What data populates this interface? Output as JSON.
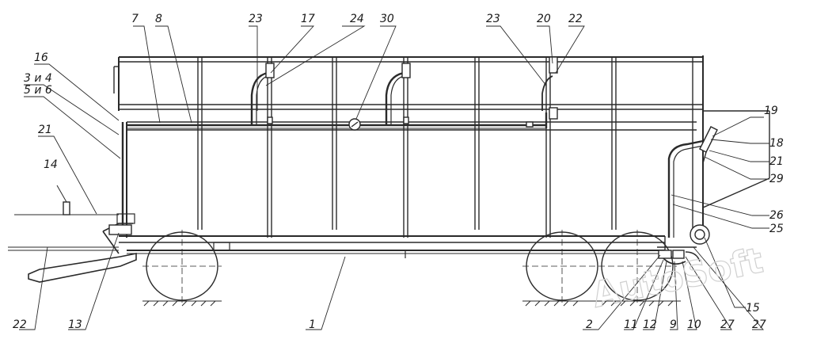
{
  "callouts": {
    "c7": "7",
    "c8": "8",
    "c23a": "23",
    "c17": "17",
    "c24": "24",
    "c30": "30",
    "c23b": "23",
    "c20": "20",
    "c22": "22",
    "c16": "16",
    "c34": "3 и 4",
    "c56": "5 и 6",
    "c21a": "21",
    "c14": "14",
    "c19": "19",
    "c18": "18",
    "c21b": "21",
    "c29": "29",
    "c26": "26",
    "c25": "25",
    "c22b": "22",
    "c13": "13",
    "c1": "1",
    "c2": "2",
    "c11": "11",
    "c12": "12",
    "c9": "9",
    "c10": "10",
    "c27a": "27",
    "c27b": "27",
    "c15": "15"
  },
  "watermark": "AutoSoft"
}
